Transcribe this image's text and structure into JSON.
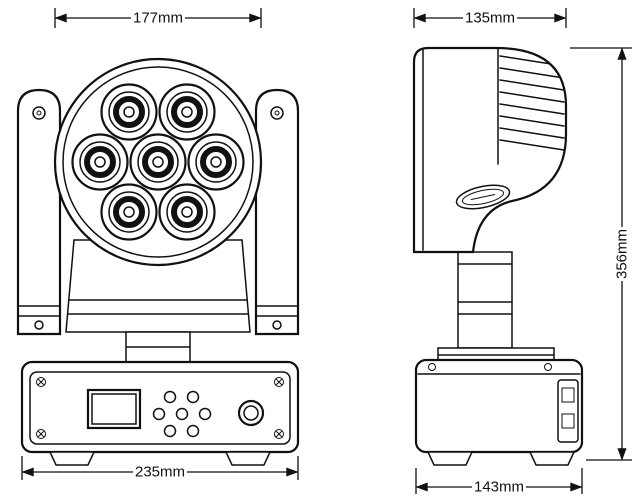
{
  "colors": {
    "line": "#111111",
    "background": "#ffffff"
  },
  "front_view": {
    "top_dimension": "177mm",
    "bottom_dimension": "235mm"
  },
  "side_view": {
    "top_dimension": "135mm",
    "bottom_dimension": "143mm",
    "height_dimension": "356mm"
  }
}
